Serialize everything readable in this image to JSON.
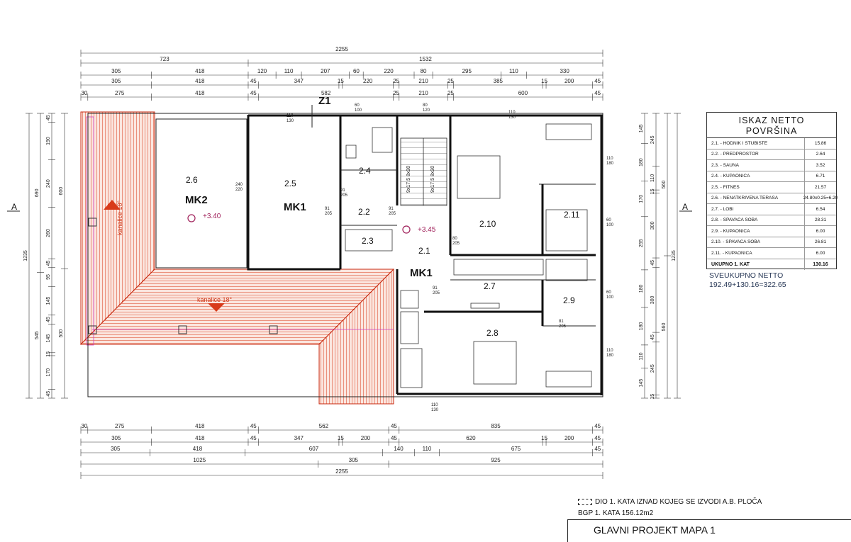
{
  "drawing": {
    "zone_label": "Z1",
    "section_marks": [
      "A",
      "A"
    ],
    "roof_slopes": [
      "kanalice 18°",
      "kanalice 18°"
    ],
    "levels": [
      "+3.40",
      "+3.45"
    ],
    "rooms": [
      {
        "id": "2.6",
        "unit": "MK2"
      },
      {
        "id": "2.5",
        "unit": "MK1"
      },
      {
        "id": "2.4",
        "unit": ""
      },
      {
        "id": "2.2",
        "unit": ""
      },
      {
        "id": "2.3",
        "unit": ""
      },
      {
        "id": "2.1",
        "unit": "MK1"
      },
      {
        "id": "2.10",
        "unit": ""
      },
      {
        "id": "2.11",
        "unit": ""
      },
      {
        "id": "2.7",
        "unit": ""
      },
      {
        "id": "2.9",
        "unit": ""
      },
      {
        "id": "2.8",
        "unit": ""
      }
    ],
    "door_tags": [
      "91\n205",
      "91\n205",
      "91\n205",
      "91\n205",
      "80\n205",
      "81\n205"
    ],
    "window_tags": [
      "110\n130",
      "60\n100",
      "80\n120",
      "110\n130",
      "110\n180",
      "60\n100",
      "60\n100",
      "110\n180",
      "110\n130",
      "240\n220"
    ],
    "stairs": [
      "9x17.5\n8x30",
      "9x17.5\n8x30"
    ],
    "top_dims": {
      "overall": "2255",
      "row1": [
        "723",
        "1532"
      ],
      "row2": [
        "305",
        "418",
        "120",
        "110",
        "207",
        "60",
        "220",
        "80",
        "295",
        "110",
        "330"
      ],
      "row3": [
        "305",
        "418",
        "45",
        "347",
        "15",
        "220",
        "25",
        "210",
        "25",
        "385",
        "15",
        "200",
        "45"
      ],
      "row4": [
        "30",
        "275",
        "418",
        "45",
        "582",
        "25",
        "210",
        "25",
        "600",
        "45"
      ]
    },
    "bottom_dims": {
      "row1": [
        "30",
        "275",
        "418",
        "45",
        "562",
        "45",
        "835",
        "45"
      ],
      "row2": [
        "305",
        "418",
        "45",
        "347",
        "15",
        "200",
        "45",
        "620",
        "15",
        "200",
        "45"
      ],
      "row3": [
        "305",
        "418",
        "607",
        "140",
        "110",
        "675",
        "45"
      ],
      "row4": [
        "1025",
        "305",
        "925"
      ],
      "overall": "2255"
    },
    "left_dims": {
      "overall": "1235",
      "row1": [
        "690",
        "545"
      ],
      "row2": [
        "45",
        "190",
        "240",
        "260",
        "45",
        "95",
        "145",
        "45",
        "145",
        "15",
        "170",
        "45"
      ],
      "row3": [
        "600",
        "500"
      ]
    },
    "right_dims": {
      "overall": "1235",
      "row1": [
        "560",
        "560"
      ],
      "row2": [
        "245",
        "110",
        "15",
        "300",
        "45",
        "300",
        "45",
        "245",
        "15"
      ],
      "row3": [
        "145",
        "180",
        "170",
        "255",
        "180",
        "180",
        "110",
        "145"
      ]
    }
  },
  "area_table": {
    "title_line1": "ISKAZ NETTO",
    "title_line2": "POVRŠINA",
    "rows": [
      {
        "name": "2.1. - HODNIK I STUBIŠTE",
        "value": "15.86"
      },
      {
        "name": "2.2. - PREDPROSTOR",
        "value": "2.64"
      },
      {
        "name": "2.3. - SAUNA",
        "value": "3.52"
      },
      {
        "name": "2.4. - KUPAONICA",
        "value": "6.71"
      },
      {
        "name": "2.5. - FITNES",
        "value": "21.57"
      },
      {
        "name": "2.6. - NENATKRIVENA TERASA",
        "value": "24.80x0.25=6.20"
      },
      {
        "name": "2.7. - LOBI",
        "value": "6.54"
      },
      {
        "name": "2.8. - SPAVAĆA SOBA",
        "value": "28.31"
      },
      {
        "name": "2.9. - KUPAONICA",
        "value": "6.00"
      },
      {
        "name": "2.10. - SPAVAĆA SOBA",
        "value": "26.81"
      },
      {
        "name": "2.11. - KUPAONICA",
        "value": "6.00"
      }
    ],
    "total": {
      "name": "UKUPNO 1. KAT",
      "value": "130.16"
    }
  },
  "grand_total": {
    "label": "SVEUKUPNO NETTO",
    "value": "192.49+130.16=322.65"
  },
  "legend": {
    "dashed_label": "DIO 1. KATA IZNAD KOJEG SE IZVODI A.B. PLOČA",
    "bgp": "BGP 1. KATA 156.12m2"
  },
  "title_block": {
    "text": "GLAVNI PROJEKT MAPA 1"
  },
  "colors": {
    "roof": "#d83a1a",
    "roof_edge": "#c82a10",
    "ceiling_guides": "#d040c0",
    "lines": "#111111"
  }
}
